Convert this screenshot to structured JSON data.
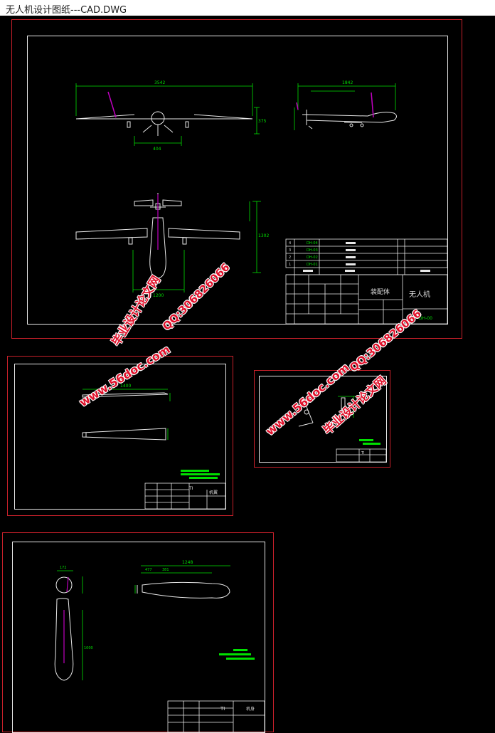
{
  "window": {
    "title": "无人机设计图纸---CAD.DWG"
  },
  "sheet1": {
    "assembly_title": "装配体",
    "product_name": "无人机",
    "drawing_no": "DH-00",
    "parts_list": [
      {
        "no": "4",
        "code": "DH-04"
      },
      {
        "no": "3",
        "code": "DH-03"
      },
      {
        "no": "2",
        "code": "DH-02"
      },
      {
        "no": "1",
        "code": "DH-01"
      }
    ],
    "front_span_dim": "3542",
    "front_height_dim": "375",
    "front_gear_dim": "404",
    "side_len_dim": "1842",
    "top_len_dim": "1302",
    "top_gear_dim": "1200"
  },
  "sheet2": {
    "wing_dim": "1400",
    "title_label": "TI",
    "part_name": "机翼"
  },
  "sheet3": {
    "title_label": "TI"
  },
  "sheet4": {
    "dim_fuselage": "1248",
    "dim_a": "477",
    "dim_b": "381",
    "dim_width": "172",
    "dim_length": "1000",
    "title_label": "TI",
    "part_name": "机身"
  },
  "watermarks": {
    "site": "www.56doc.com",
    "qq": "QQ:306826066",
    "brand": "毕业设计论文网"
  },
  "colors": {
    "sheet_border": "#c8202a",
    "frame": "#e8e8e8",
    "dimension": "#00e000",
    "highlight": "#c000c0",
    "watermark": "#e0102a"
  }
}
